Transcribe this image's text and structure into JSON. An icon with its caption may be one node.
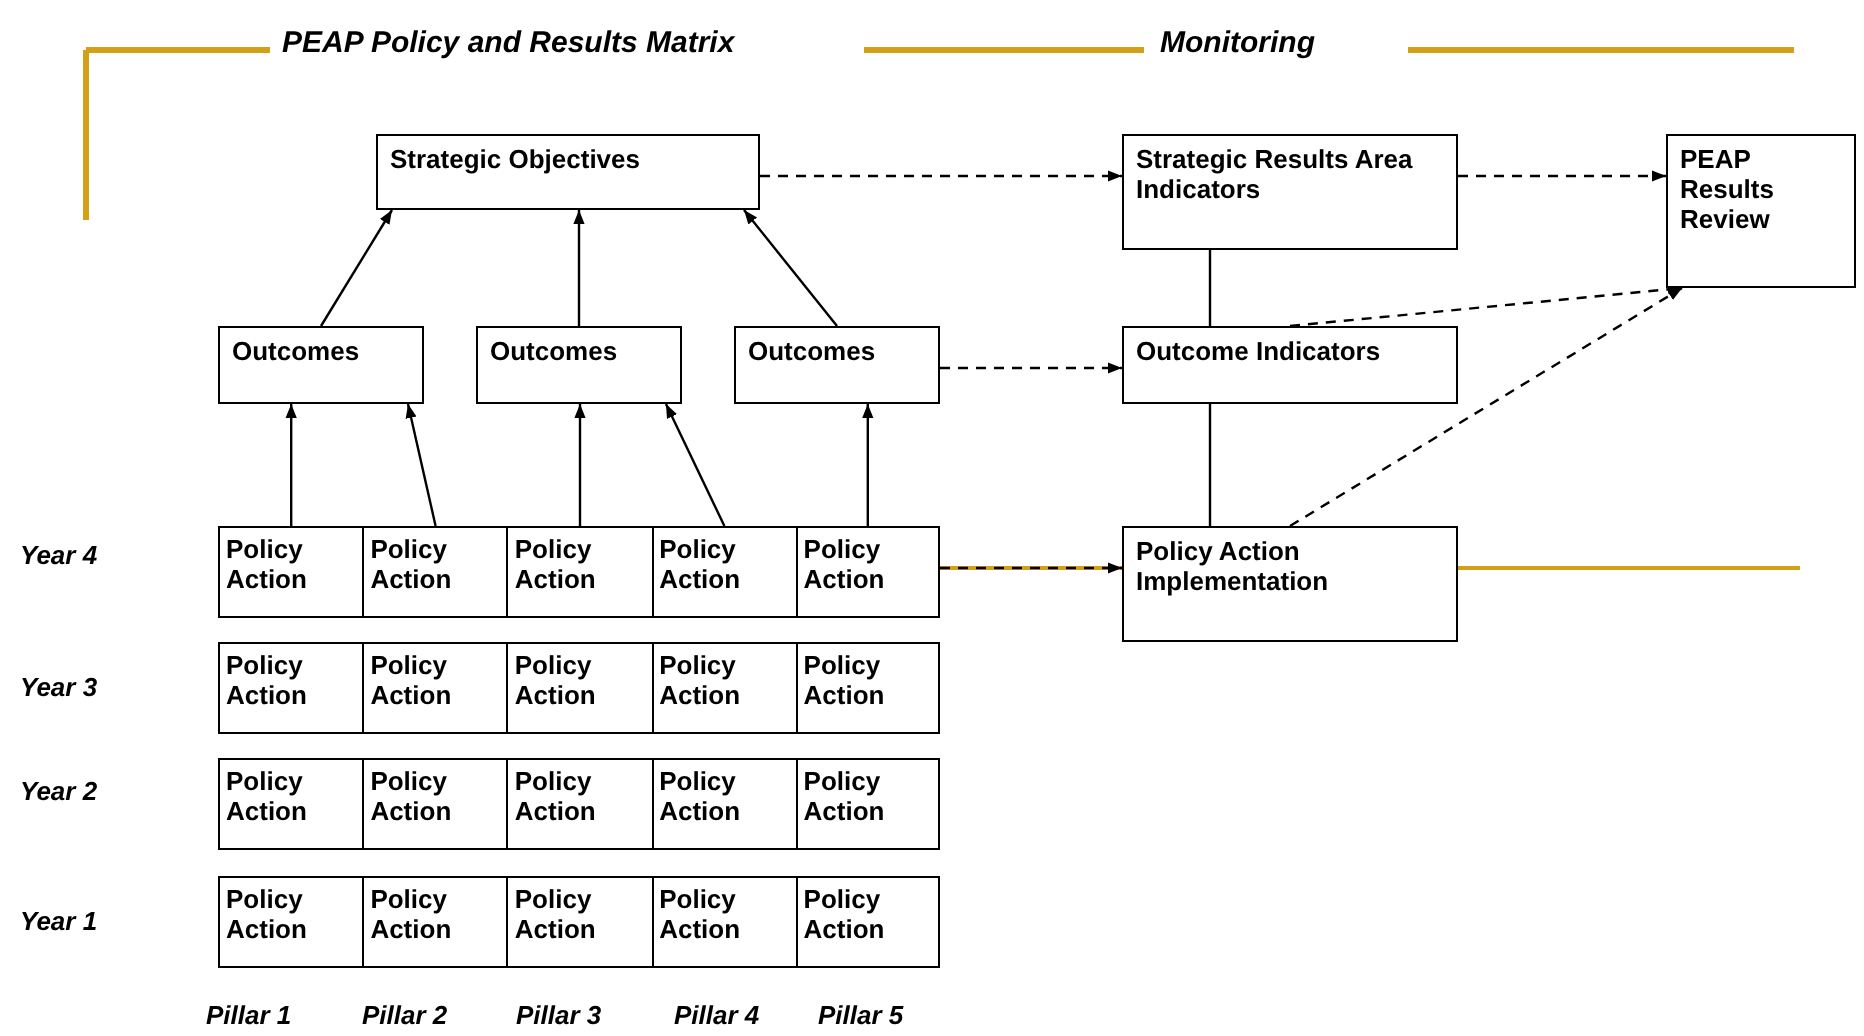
{
  "diagram": {
    "nodes": [
      {
        "text": [
          "Strategic Objectives"
        ]
      },
      {
        "text": [
          "Outcomes"
        ]
      },
      {
        "text": [
          "Outcomes"
        ]
      },
      {
        "text": [
          "Outcomes"
        ]
      },
      {
        "text": [
          "Strategic Results Area Indicators"
        ]
      },
      {
        "text": [
          "Outcome Indicators"
        ]
      },
      {
        "text": [
          "PEAP Results Review"
        ]
      },
      {
        "text": [
          "Policy Action Implementation"
        ]
      },
      {
        "text": [
          "Policy Action"
        ]
      },
      {
        "text": [
          "Policy Action"
        ]
      },
      {
        "text": [
          "Policy Action"
        ]
      },
      {
        "text": [
          "Policy Action"
        ]
      },
      {
        "text": [
          "Policy Action"
        ]
      },
      {
        "text": [
          "Policy Action"
        ]
      },
      {
        "text": [
          "Policy Action"
        ]
      },
      {
        "text": [
          "Policy Action"
        ]
      },
      {
        "text": [
          "Policy Action"
        ]
      },
      {
        "text": [
          "Policy Action"
        ]
      },
      {
        "text": [
          "Policy Action"
        ]
      },
      {
        "text": [
          "Policy Action"
        ]
      },
      {
        "text": [
          "Policy Action"
        ]
      },
      {
        "text": [
          "Policy Action"
        ]
      },
      {
        "text": [
          "Policy Action"
        ]
      },
      {
        "text": [
          "Policy Action"
        ]
      },
      {
        "text": [
          "Policy Action"
        ]
      },
      {
        "text": [
          "Policy Action"
        ]
      },
      {
        "text": [
          "Policy Action"
        ]
      },
      {
        "text": [
          "Policy Action"
        ]
      }
    ],
    "edges": [
      {
        "from": 1,
        "to": 0,
        "arrow": "to"
      },
      {
        "from": 2,
        "to": 0,
        "arrow": "to"
      },
      {
        "from": 3,
        "to": 0,
        "arrow": "to"
      },
      {
        "from": 8,
        "to": 1,
        "arrow": "to"
      },
      {
        "from": 9,
        "to": 1,
        "arrow": "to"
      },
      {
        "from": 10,
        "to": 2,
        "arrow": "to"
      },
      {
        "from": 11,
        "to": 2,
        "arrow": "to"
      },
      {
        "from": 12,
        "to": 3,
        "arrow": "to"
      },
      {
        "from": 0,
        "to": 4,
        "arrow": "to",
        "style": "dashed"
      },
      {
        "from": 3,
        "to": 5,
        "arrow": "to",
        "style": "dashed"
      },
      {
        "from": 12,
        "to": 7,
        "arrow": "to",
        "style": "dashed"
      },
      {
        "from": 4,
        "to": 6,
        "arrow": "to",
        "style": "dashed"
      },
      {
        "from": 5,
        "to": 6,
        "arrow": "to",
        "style": "dashed"
      },
      {
        "from": 7,
        "to": 6,
        "arrow": "to",
        "style": "dashed"
      },
      {
        "from": 4,
        "to": 5,
        "arrow": "none"
      },
      {
        "from": 5,
        "to": 7,
        "arrow": "none"
      }
    ],
    "labels": [
      "PEAP Policy and Results Matrix",
      "Monitoring",
      "Year 4",
      "Year 3",
      "Year 2",
      "Year 1",
      "Pillar 1",
      "Pillar 2",
      "Pillar 3",
      "Pillar 4",
      "Pillar 5"
    ]
  }
}
